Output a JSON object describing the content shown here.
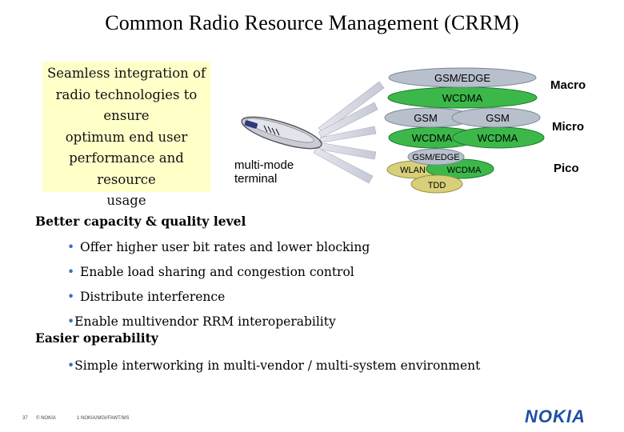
{
  "slide": {
    "title": "Common Radio Resource Management (CRRM)",
    "note_lines": [
      "Seamless integration of",
      "radio technologies to ensure",
      "optimum end user",
      "performance and resource",
      "usage"
    ],
    "terminal_label_lines": [
      "multi-mode",
      "terminal"
    ],
    "layers": {
      "macro": "Macro",
      "micro": "Micro",
      "pico": "Pico"
    },
    "cells": {
      "macro_top": "GSM/EDGE",
      "macro_bottom": "WCDMA",
      "micro_gsm_left": "GSM",
      "micro_gsm_right": "GSM",
      "micro_wcdma_left": "WCDMA",
      "micro_wcdma_right": "WCDMA",
      "pico_gsm_edge": "GSM/EDGE",
      "pico_wlan": "WLAN",
      "pico_wcdma": "WCDMA",
      "pico_tdd": "TDD"
    },
    "sections": [
      {
        "heading": "Better capacity & quality level",
        "items": [
          {
            "bullet": "•",
            "text": "Offer higher user bit rates and lower blocking"
          },
          {
            "bullet": "•",
            "text": "Enable load sharing and congestion control"
          },
          {
            "bullet": "•",
            "text": "Distribute interference"
          },
          {
            "bullet": "•",
            "text": "Enable multivendor RRM interoperability"
          }
        ]
      },
      {
        "heading": "Easier operability",
        "items": [
          {
            "bullet": "•",
            "text": "Simple interworking in multi-vendor / multi-system environment"
          }
        ]
      }
    ],
    "footer": {
      "page": "37",
      "copyright": "© NOKIA",
      "doc": "1 NOKIA/MGI/FAWT/MS"
    },
    "logo": "NOKIA",
    "colors": {
      "note_bg": "#ffffc8",
      "cell_gray": "#b8c0cc",
      "cell_green": "#3cb84a",
      "cell_yellow": "#d8cf7a",
      "bullet": "#3a6ec2",
      "logo": "#1f4fa6"
    }
  }
}
